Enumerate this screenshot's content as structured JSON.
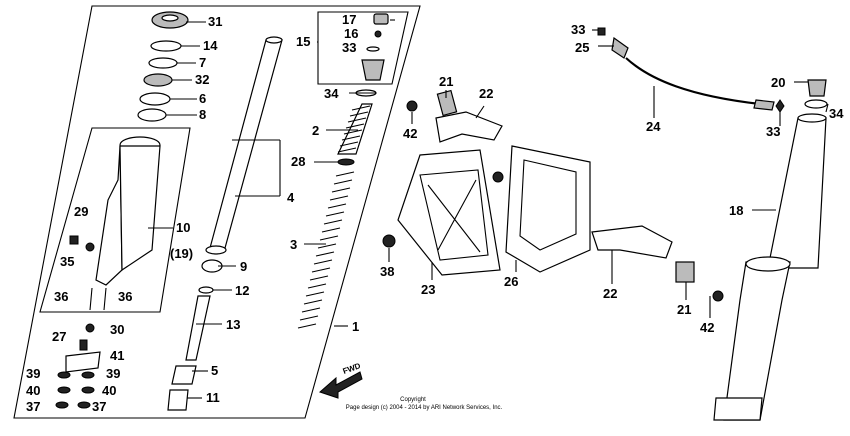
{
  "diagram": {
    "callouts": {
      "c31": "31",
      "c14": "14",
      "c7": "7",
      "c32": "32",
      "c6": "6",
      "c8": "8",
      "c10": "10",
      "c19": "(19)",
      "c29": "29",
      "c35": "35",
      "c36a": "36",
      "c36b": "36",
      "c27": "27",
      "c30": "30",
      "c41": "41",
      "c39a": "39",
      "c39b": "39",
      "c40a": "40",
      "c40b": "40",
      "c37a": "37",
      "c37b": "37",
      "c4": "4",
      "c9": "9",
      "c12": "12",
      "c13": "13",
      "c5": "5",
      "c11": "11",
      "c15": "15",
      "c17": "17",
      "c16": "16",
      "c33a": "33",
      "c34a": "34",
      "c2": "2",
      "c28": "28",
      "c3": "3",
      "c1": "1",
      "c21a": "21",
      "c22a": "22",
      "c42a": "42",
      "c38": "38",
      "c23": "23",
      "c26": "26",
      "c22b": "22",
      "c21b": "21",
      "c42b": "42",
      "c33b": "33",
      "c25": "25",
      "c24": "24",
      "c20": "20",
      "c34b": "34",
      "c33c": "33",
      "c18": "18"
    },
    "fwd_label": "FWD",
    "copyright_line1": "Copyright",
    "copyright_line2": "Page design (c) 2004 - 2014 by ARI Network Services, Inc."
  }
}
